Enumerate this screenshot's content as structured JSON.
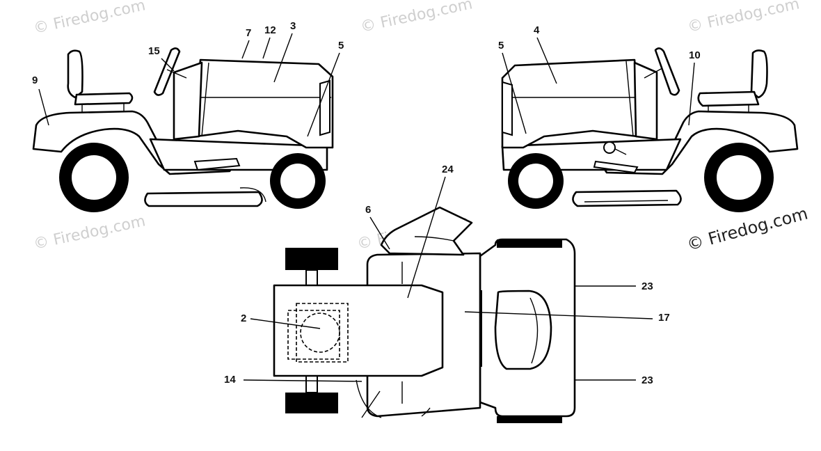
{
  "watermarks": [
    "© Firedog.com",
    "© Firedog.com",
    "© Firedog.com",
    "© Firedog.com",
    "© Firedog.com"
  ],
  "copyright": "© Firedog.com",
  "left_view_callouts": [
    "9",
    "15",
    "7",
    "12",
    "3",
    "5"
  ],
  "right_view_callouts": [
    "4",
    "5",
    "10"
  ],
  "top_view_callouts": [
    "24",
    "6",
    "2",
    "14",
    "23",
    "17",
    "23"
  ]
}
